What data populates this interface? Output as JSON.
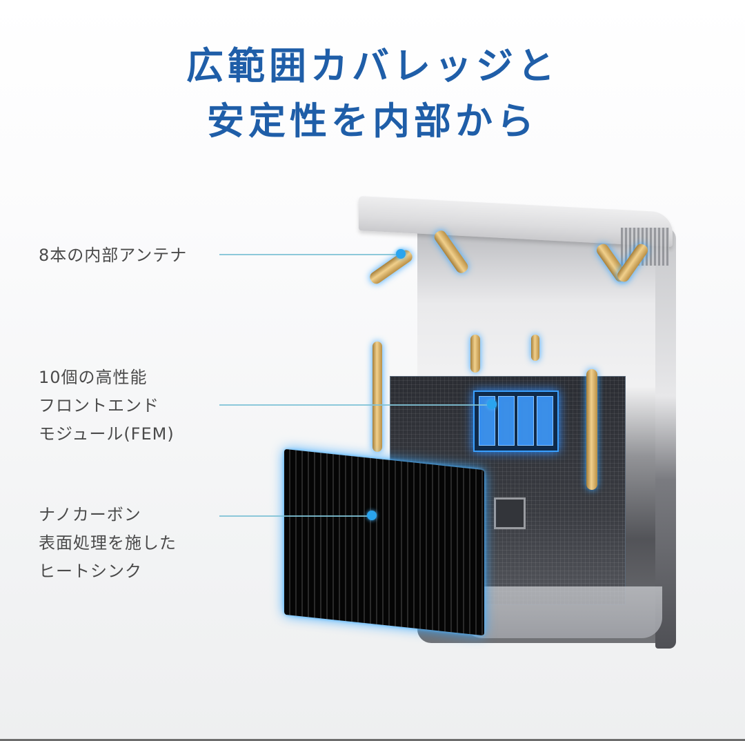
{
  "title": {
    "line1": "広範囲カバレッジと",
    "line2": "安定性を内部から",
    "color": "#1f5ea8"
  },
  "callouts": [
    {
      "id": "antenna",
      "lines": [
        "8本の内部アンテナ"
      ]
    },
    {
      "id": "fem",
      "lines": [
        "10個の高性能",
        "フロントエンド",
        "モジュール(FEM)"
      ]
    },
    {
      "id": "heatsink",
      "lines": [
        "ナノカーボン",
        "表面処理を施した",
        "ヒートシンク"
      ]
    }
  ],
  "colors": {
    "label_text": "#4a4a4a",
    "leader_line": "#7fc2d6",
    "highlight_glow": "#2aa4ee",
    "antenna_gold": "#d9b46a"
  },
  "illustration": {
    "subject": "router-internal-cutaway",
    "components": [
      "internal-antennas",
      "front-end-modules",
      "heatsink",
      "circuit-board",
      "housing"
    ]
  }
}
